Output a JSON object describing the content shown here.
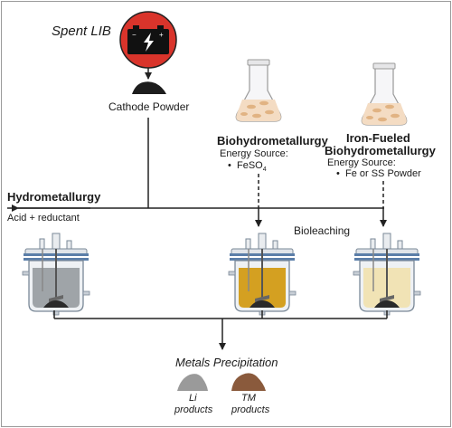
{
  "source": {
    "title": "Spent LIB",
    "cathode_label": "Cathode Powder"
  },
  "hydro": {
    "title": "Hydrometallurgy",
    "subtitle": "Acid + reductant"
  },
  "bio": {
    "title": "Biohydrometallurgy",
    "energy_label": "Energy Source:",
    "energy_item_prefix": "FeSO",
    "energy_item_sub": "4"
  },
  "iron": {
    "title_line1": "Iron-Fueled",
    "title_line2": "Biohydrometallurgy",
    "energy_label": "Energy Source:",
    "energy_item": "Fe or SS Powder"
  },
  "bioleaching_label": "Bioleaching",
  "precipitation": {
    "title": "Metals Precipitation",
    "li_line1": "Li",
    "li_line2": "products",
    "tm_line1": "TM",
    "tm_line2": "products"
  },
  "colors": {
    "battery_circle": "#d9342b",
    "hydro_liquid": "#9fa4a8",
    "bio_liquid": "#d4a021",
    "iron_liquid": "#f1e3b5",
    "flask_liquid": "#f4dcc3",
    "tm_pile": "#8a5a3c",
    "li_pile": "#9a9a9a"
  }
}
